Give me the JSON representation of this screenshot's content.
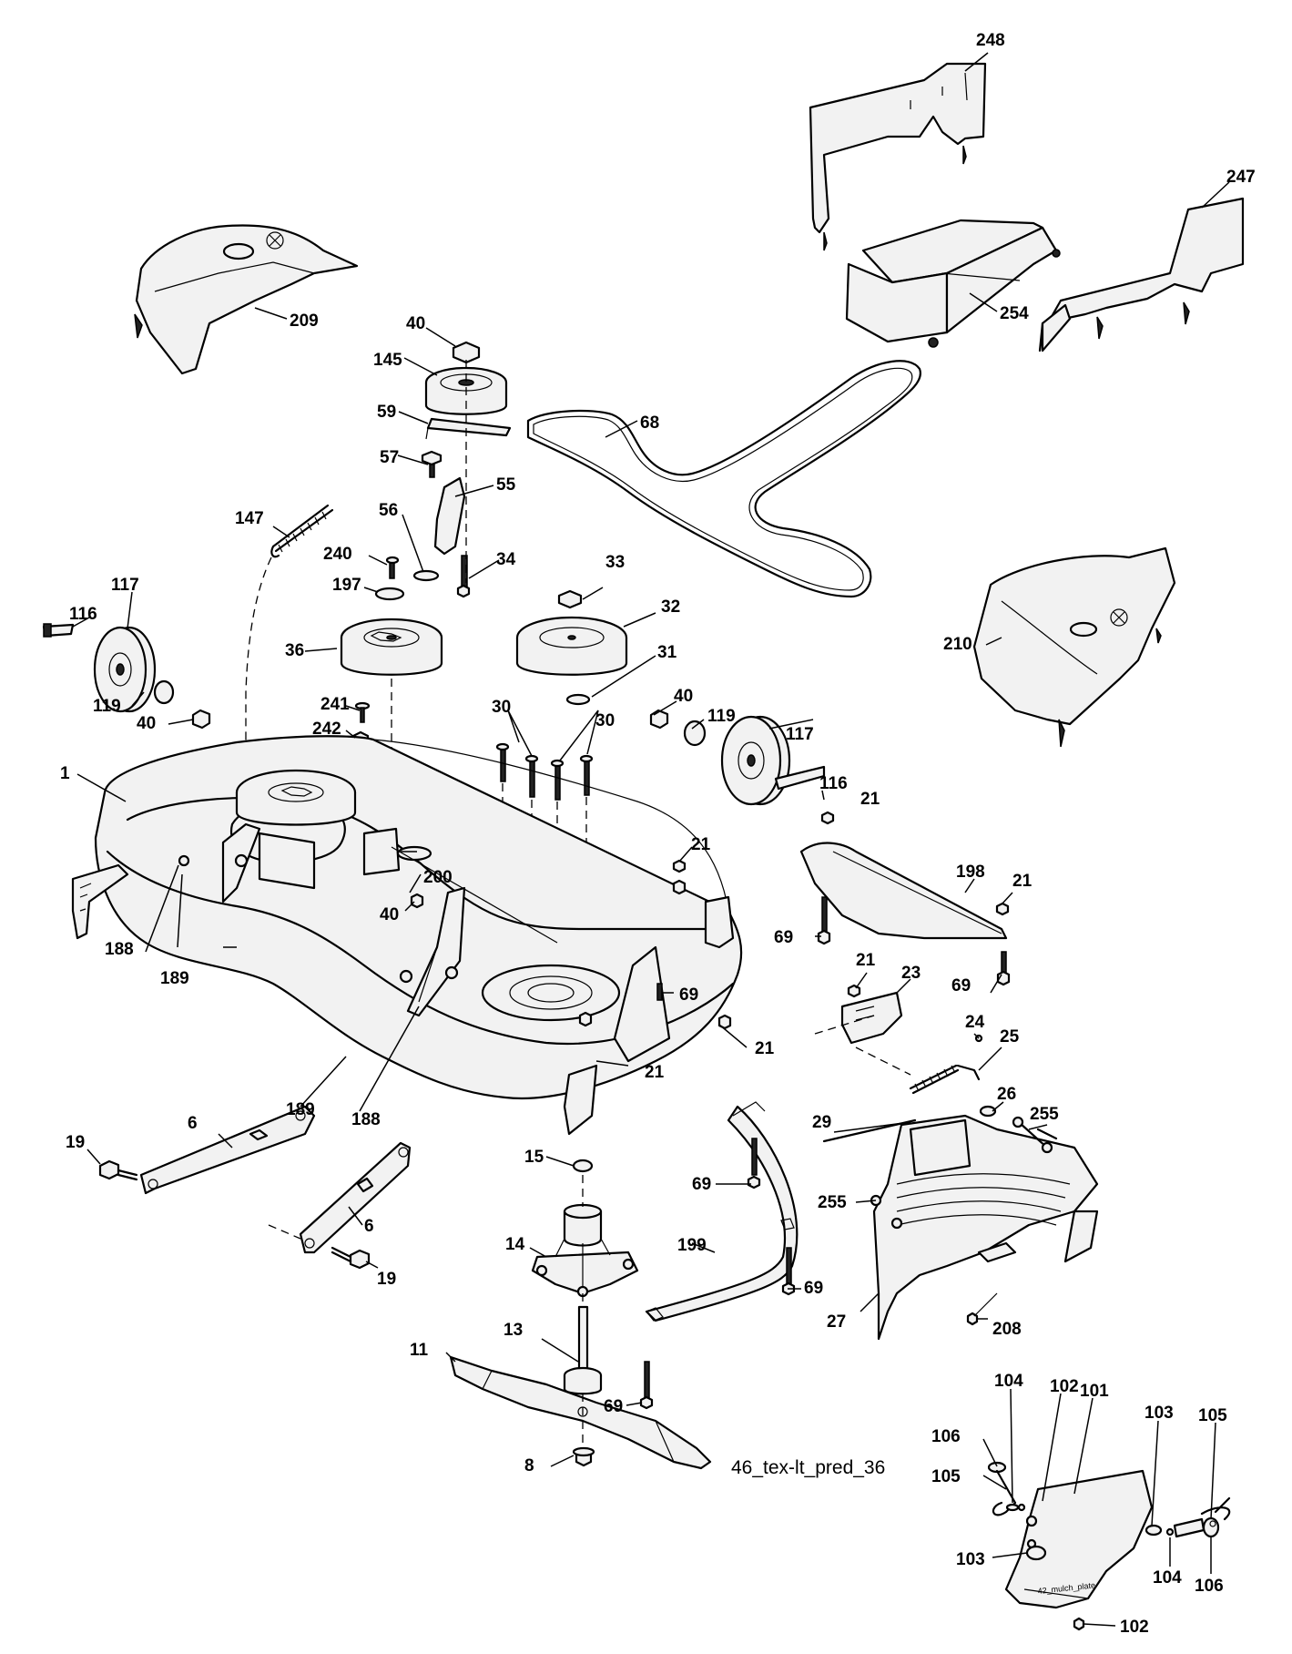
{
  "diagram": {
    "caption": "46_tex-lt_pred_36",
    "plate_text": "42_mulch_plate",
    "labels": {
      "p248": "248",
      "p247": "247",
      "p254": "254",
      "p209": "209",
      "p210": "210",
      "p40a": "40",
      "p145": "145",
      "p59": "59",
      "p68": "68",
      "p57": "57",
      "p55": "55",
      "p147": "147",
      "p56": "56",
      "p240": "240",
      "p34": "34",
      "p197": "197",
      "p33": "33",
      "p32": "32",
      "p31": "31",
      "p36": "36",
      "p117a": "117",
      "p116a": "116",
      "p119a": "119",
      "p40b": "40",
      "p241": "241",
      "p242": "242",
      "p30a": "30",
      "p30b": "30",
      "p40c": "40",
      "p119b": "119",
      "p117b": "117",
      "p116b": "116",
      "p1": "1",
      "p200": "200",
      "p40d": "40",
      "p21a": "21",
      "p21b": "21",
      "p198": "198",
      "p21c": "21",
      "p188a": "188",
      "p189a": "189",
      "p69a": "69",
      "p69b": "69",
      "p69c": "69",
      "p21d": "21",
      "p23": "23",
      "p24": "24",
      "p25": "25",
      "p21e": "21",
      "p21f": "21",
      "p189b": "189",
      "p188b": "188",
      "p26": "26",
      "p255a": "255",
      "p6a": "6",
      "p19a": "19",
      "p29": "29",
      "p15": "15",
      "p69d": "69",
      "p255b": "255",
      "p6b": "6",
      "p14": "14",
      "p199": "199",
      "p69e": "69",
      "p19b": "19",
      "p27": "27",
      "p208": "208",
      "p13": "13",
      "p69f": "69",
      "p11": "11",
      "p104a": "104",
      "p102a": "102",
      "p101": "101",
      "p106a": "106",
      "p103a": "103",
      "p105a": "105",
      "p105b": "105",
      "p8": "8",
      "p103b": "103",
      "p104b": "104",
      "p106b": "106",
      "p102b": "102"
    }
  }
}
